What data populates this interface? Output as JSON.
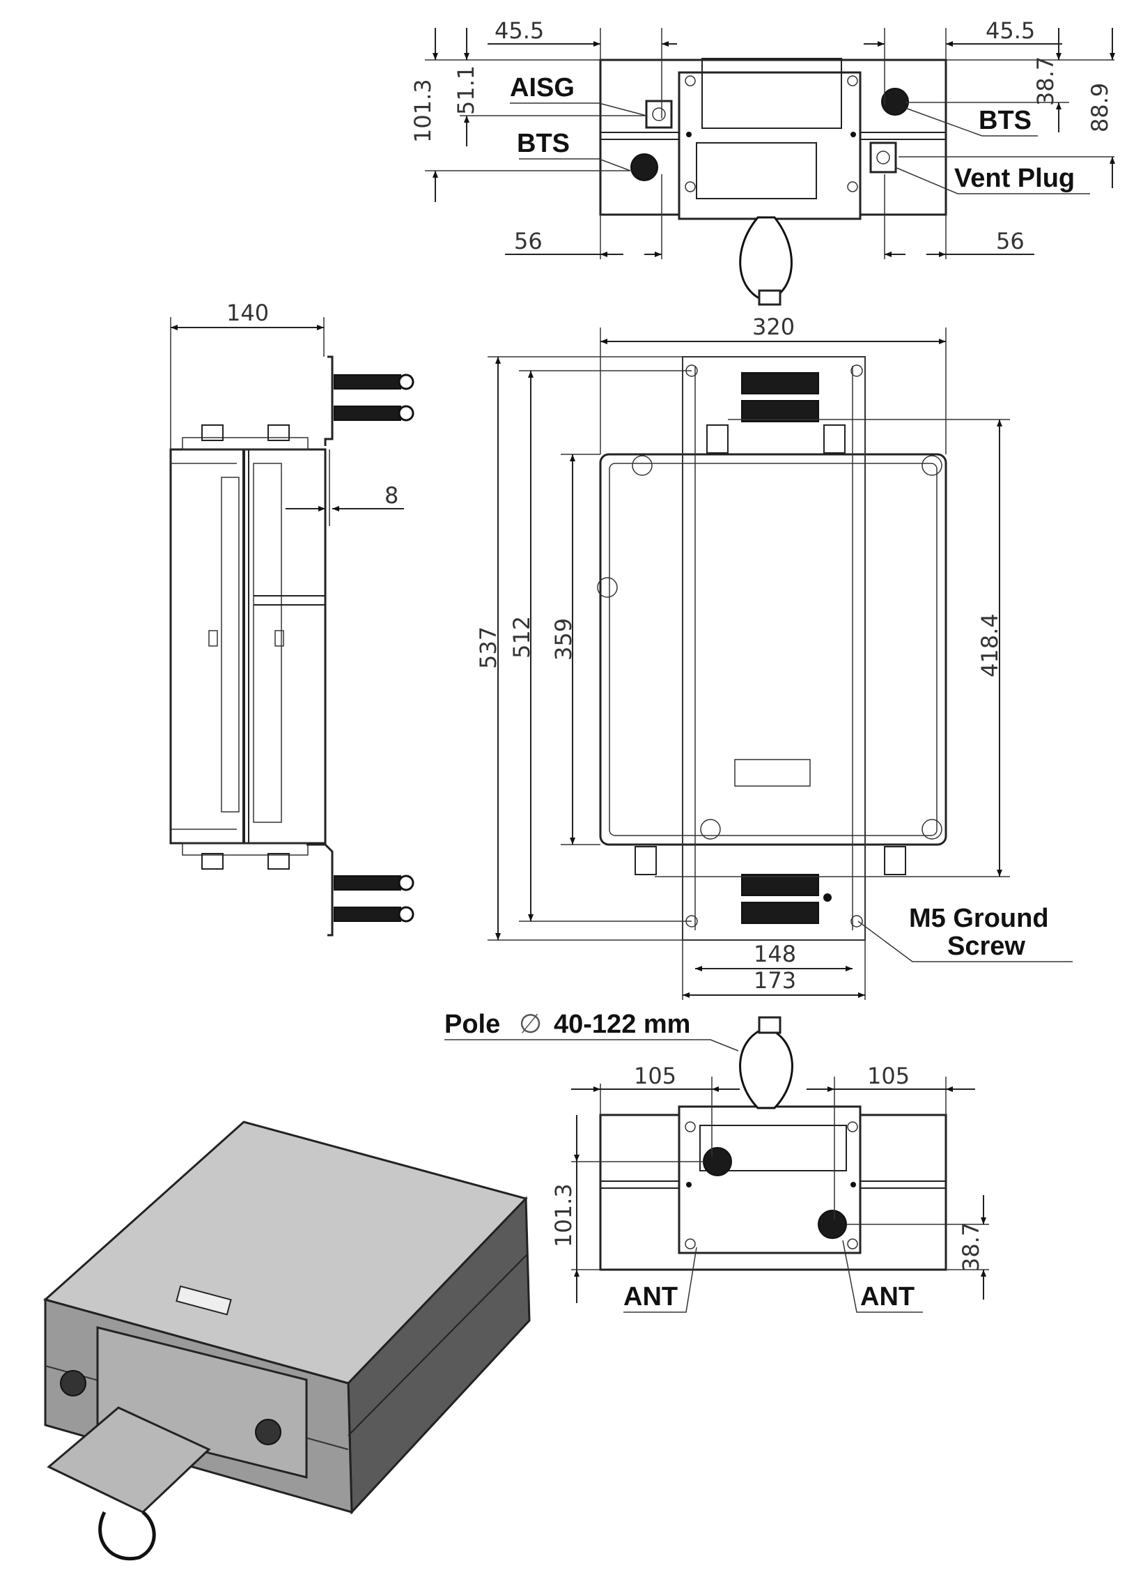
{
  "top_view": {
    "dims": {
      "left_width": "45.5",
      "right_width": "45.5",
      "left_height": "101.3",
      "left_inner": "51.1",
      "right_inner": "38.7",
      "right_height": "88.9",
      "left_offset": "56",
      "right_offset": "56"
    },
    "labels": {
      "aisg": "AISG",
      "bts_left": "BTS",
      "bts_right": "BTS",
      "vent_plug": "Vent Plug"
    }
  },
  "side_view": {
    "dims": {
      "depth": "140",
      "bracket_offset": "8"
    }
  },
  "front_view": {
    "dims": {
      "width": "320",
      "height_total": "537",
      "height_bracket": "512",
      "height_body": "359",
      "height_connectors": "418.4",
      "bracket_hole_spacing": "148",
      "bracket_width": "173"
    },
    "labels": {
      "ground_screw_line1": "M5 Ground",
      "ground_screw_line2": "Screw"
    }
  },
  "bottom_view": {
    "dims": {
      "left_width": "105",
      "right_width": "105",
      "height": "101.3",
      "ant_height": "38.7"
    },
    "labels": {
      "pole": "Pole",
      "pole_diameter_symbol": "∅",
      "pole_range": "40-122 mm",
      "ant_left": "ANT",
      "ant_right": "ANT"
    }
  },
  "iso_view": {
    "shading": {
      "top_face": "#c8c8c8",
      "side_face": "#5a5a5a",
      "front_face": "#9a9a9a",
      "edge": "#222222"
    }
  }
}
